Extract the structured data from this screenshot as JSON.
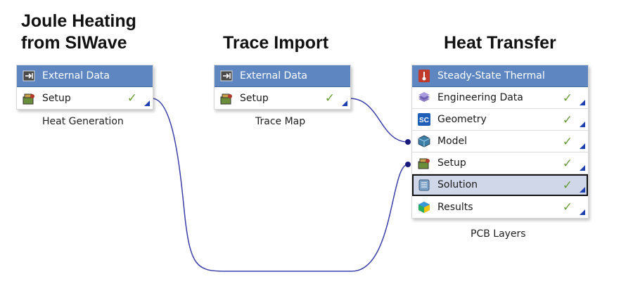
{
  "headings": {
    "joule": [
      "Joule Heating",
      "from SIWave"
    ],
    "trace": "Trace Import",
    "heat": "Heat Transfer"
  },
  "systems": {
    "joule": {
      "rows": [
        {
          "label": "External Data",
          "icon": "external-data-icon"
        },
        {
          "label": "Setup",
          "icon": "setup-icon",
          "status": "✓"
        }
      ],
      "caption": "Heat Generation"
    },
    "trace": {
      "rows": [
        {
          "label": "External Data",
          "icon": "external-data-icon"
        },
        {
          "label": "Setup",
          "icon": "setup-icon",
          "status": "✓"
        }
      ],
      "caption": "Trace Map"
    },
    "heat": {
      "rows": [
        {
          "label": "Steady-State Thermal",
          "icon": "thermometer-icon"
        },
        {
          "label": "Engineering Data",
          "icon": "engineering-data-icon",
          "status": "✓"
        },
        {
          "label": "Geometry",
          "icon": "geometry-icon",
          "icon_text": "SC",
          "status": "✓"
        },
        {
          "label": "Model",
          "icon": "model-icon",
          "status": "✓"
        },
        {
          "label": "Setup",
          "icon": "setup-icon",
          "status": "✓"
        },
        {
          "label": "Solution",
          "icon": "solution-icon",
          "status": "✓"
        },
        {
          "label": "Results",
          "icon": "results-icon",
          "status": "✓"
        }
      ],
      "caption": "PCB Layers"
    }
  },
  "colors": {
    "header": "#5e86c0",
    "check": "#6a9b3a",
    "link": "#3b3fa8",
    "selected": "#cfd7e8"
  }
}
